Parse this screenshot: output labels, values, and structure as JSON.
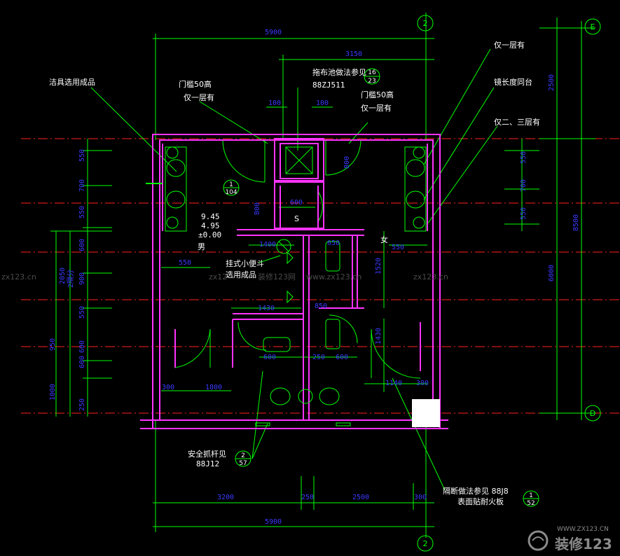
{
  "axes": {
    "top": "2",
    "bottom": "2",
    "right_top": "E",
    "right_bottom": "D"
  },
  "dims": {
    "top_total": "5900",
    "top_sub": "3150",
    "bottom_total": "5900",
    "bottom_a": "3200",
    "bottom_b": "250",
    "bottom_c": "2500",
    "bottom_d": "300",
    "right_top": "2500",
    "right_total": "8500",
    "right_mid": "6000",
    "d_100a": "100",
    "d_100b": "100",
    "d_800a": "800",
    "d_800b": "800",
    "d_600a": "600",
    "d_1400": "1400",
    "d_550a": "550",
    "d_1430": "1430",
    "d_650": "650",
    "d_850": "850",
    "d_600b": "600",
    "d_250": "250",
    "d_600c": "600",
    "d_1520": "1520",
    "d_550b": "550",
    "d_1430b": "1430",
    "d_300a": "300",
    "d_1800": "1800",
    "d_1140": "1140",
    "d_300b": "300",
    "left_col": [
      "550",
      "700",
      "550",
      "600",
      "900",
      "550",
      "600",
      "600",
      "250"
    ],
    "left_outer_a": "2050",
    "left_outer_b": "2隔分",
    "left_outer_c": "950",
    "left_outer_d": "1000",
    "right_col": [
      "550",
      "700",
      "550"
    ]
  },
  "labels": {
    "sink_product": "洁具选用成品",
    "door_sill_1": "门槛50高",
    "only_first_1": "仅一层有",
    "pool_ref": "拖布池做法参见",
    "pool_code": "88ZJ511",
    "pool_num": "16",
    "pool_den": "23",
    "door_sill_2": "门槛50高",
    "only_first_2": "仅一层有",
    "only_first_3": "仅一层有",
    "mirror": "镜长度同台",
    "only_23": "仅二、三层有",
    "elev_1": "9.45",
    "elev_2": "4.95",
    "elev_3": "±0.00",
    "detail_num": "1",
    "detail_den": "104",
    "male": "男",
    "female": "女",
    "urinal_1": "挂式小便斗",
    "urinal_2": "选用成品",
    "s_label": "S",
    "handrail": "安全抓杆见",
    "handrail_code": "88J12",
    "handrail_num": "2",
    "handrail_den": "57",
    "partition_ref": "隔断做法参见 88J8",
    "partition_2": "表面贴耐火板",
    "partition_num": "1",
    "partition_den": "52"
  },
  "watermarks": {
    "left": "zx123.cn",
    "mid_a": "zx12",
    "mid_b": "装修123网",
    "mid_c": "www.zx123.cn",
    "right": "zx123.cn",
    "url": "WWW.ZX123.CN",
    "brand": "装修123"
  },
  "colors": {
    "background": "#000000",
    "wall": "#ff33ff",
    "line": "#00ff00",
    "dimension": "#3a3aff",
    "axis": "#ff2020",
    "note": "#ffffff"
  }
}
